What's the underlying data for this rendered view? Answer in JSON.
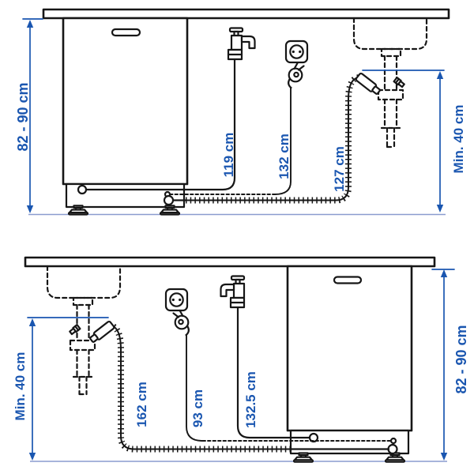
{
  "colors": {
    "accent_blue": "#1a56b0",
    "floor_line_blue": "#8a9ccf",
    "ink": "#161616",
    "background": "#ffffff"
  },
  "diagrams": {
    "top": {
      "dishwasher_height": "82 - 90 cm",
      "water_supply_hose": "119 cm",
      "power_cord": "132 cm",
      "drain_hose": "127 cm",
      "drain_min_height": "Min. 40 cm"
    },
    "bottom": {
      "drain_min_height": "Min. 40 cm",
      "drain_hose": "162 cm",
      "power_cord": "93 cm",
      "water_supply_hose": "132.5 cm",
      "dishwasher_height": "82 - 90 cm"
    }
  },
  "icons": {
    "tap": "water-tap-icon",
    "outlet": "power-outlet-icon",
    "plug": "power-plug-icon",
    "sink": "sink-basin-icon",
    "drain": "drain-pipe-icon",
    "connector": "drain-hose-connector-icon",
    "foot": "leveling-foot-icon"
  }
}
